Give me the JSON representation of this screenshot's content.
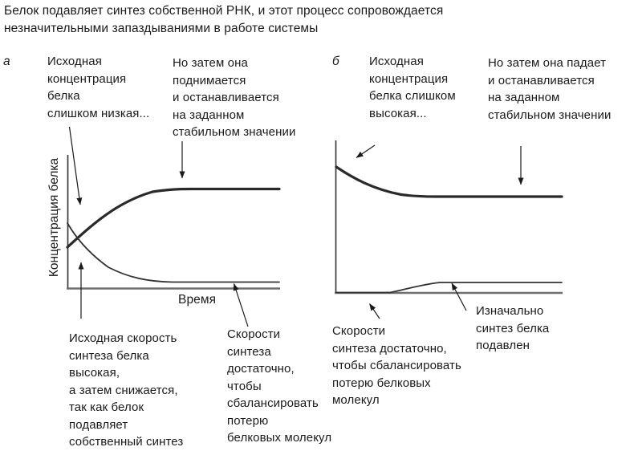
{
  "title": "Белок подавляет синтез собственной РНК, и этот процесс сопровождается\nнезначительными запаздываниями в работе системы",
  "panels": {
    "a": {
      "label": "а",
      "y_axis_label": "Концентрация белка",
      "x_axis_label": "Время",
      "annotations": {
        "initial_low": "Исходная\nконцентрация\nбелка\nслишком низкая...",
        "then_rises": "Но затем она\nподнимается\nи останавливается\nна  заданном\nстабильном значении",
        "initial_rate_high": "Исходная скорость\nсинтеза белка\nвысокая,\nа затем снижается,\nтак как белок\nподавляет\nсобственный синтез",
        "rate_balances": "Скорости\nсинтеза\nдостаточно,\nчтобы\nсбалансировать\nпотерю\nбелковых молекул"
      }
    },
    "b": {
      "label": "б",
      "annotations": {
        "initial_high": "Исходная\nконцентрация\nбелка слишком\nвысокая...",
        "then_falls": "Но затем она падает\nи останавливается\nна  заданном\nстабильном значении",
        "rate_balances": "Скорости\nсинтеза достаточно,\nчтобы сбалансировать\nпотерю белковых молекул",
        "initially_suppressed": "Изначально\nсинтез белка\nподавлен"
      }
    }
  },
  "colors": {
    "text": "#1a1a1a",
    "thick_curve": "#2a2a2a",
    "thin_curve": "#333333",
    "y_axis": "#3a3a3a",
    "x_axis": "#6f6f6f",
    "background": "#ffffff"
  },
  "chart_data": [
    {
      "type": "line",
      "title": "а",
      "xlabel": "Время",
      "ylabel": "Концентрация белка",
      "x": [
        0,
        1,
        2,
        3,
        4,
        5,
        10
      ],
      "series": [
        {
          "name": "концентрация белка",
          "values": [
            0.42,
            0.62,
            0.8,
            0.93,
            0.99,
            1.0,
            1.0
          ]
        },
        {
          "name": "скорость синтеза белка",
          "values": [
            0.66,
            0.42,
            0.25,
            0.13,
            0.08,
            0.07,
            0.07
          ]
        }
      ],
      "ylim": [
        0,
        1.35
      ],
      "grid": false,
      "legend": "none"
    },
    {
      "type": "line",
      "title": "б",
      "xlabel": "",
      "ylabel": "",
      "x": [
        0,
        1,
        2,
        3,
        4,
        5,
        10
      ],
      "series": [
        {
          "name": "концентрация белка",
          "values": [
            1.31,
            1.18,
            1.08,
            1.02,
            1.0,
            1.0,
            1.0
          ]
        },
        {
          "name": "скорость синтеза белка",
          "values": [
            0.0,
            0.0,
            0.02,
            0.06,
            0.1,
            0.11,
            0.11
          ]
        }
      ],
      "ylim": [
        0,
        1.35
      ],
      "grid": false,
      "legend": "none"
    }
  ]
}
